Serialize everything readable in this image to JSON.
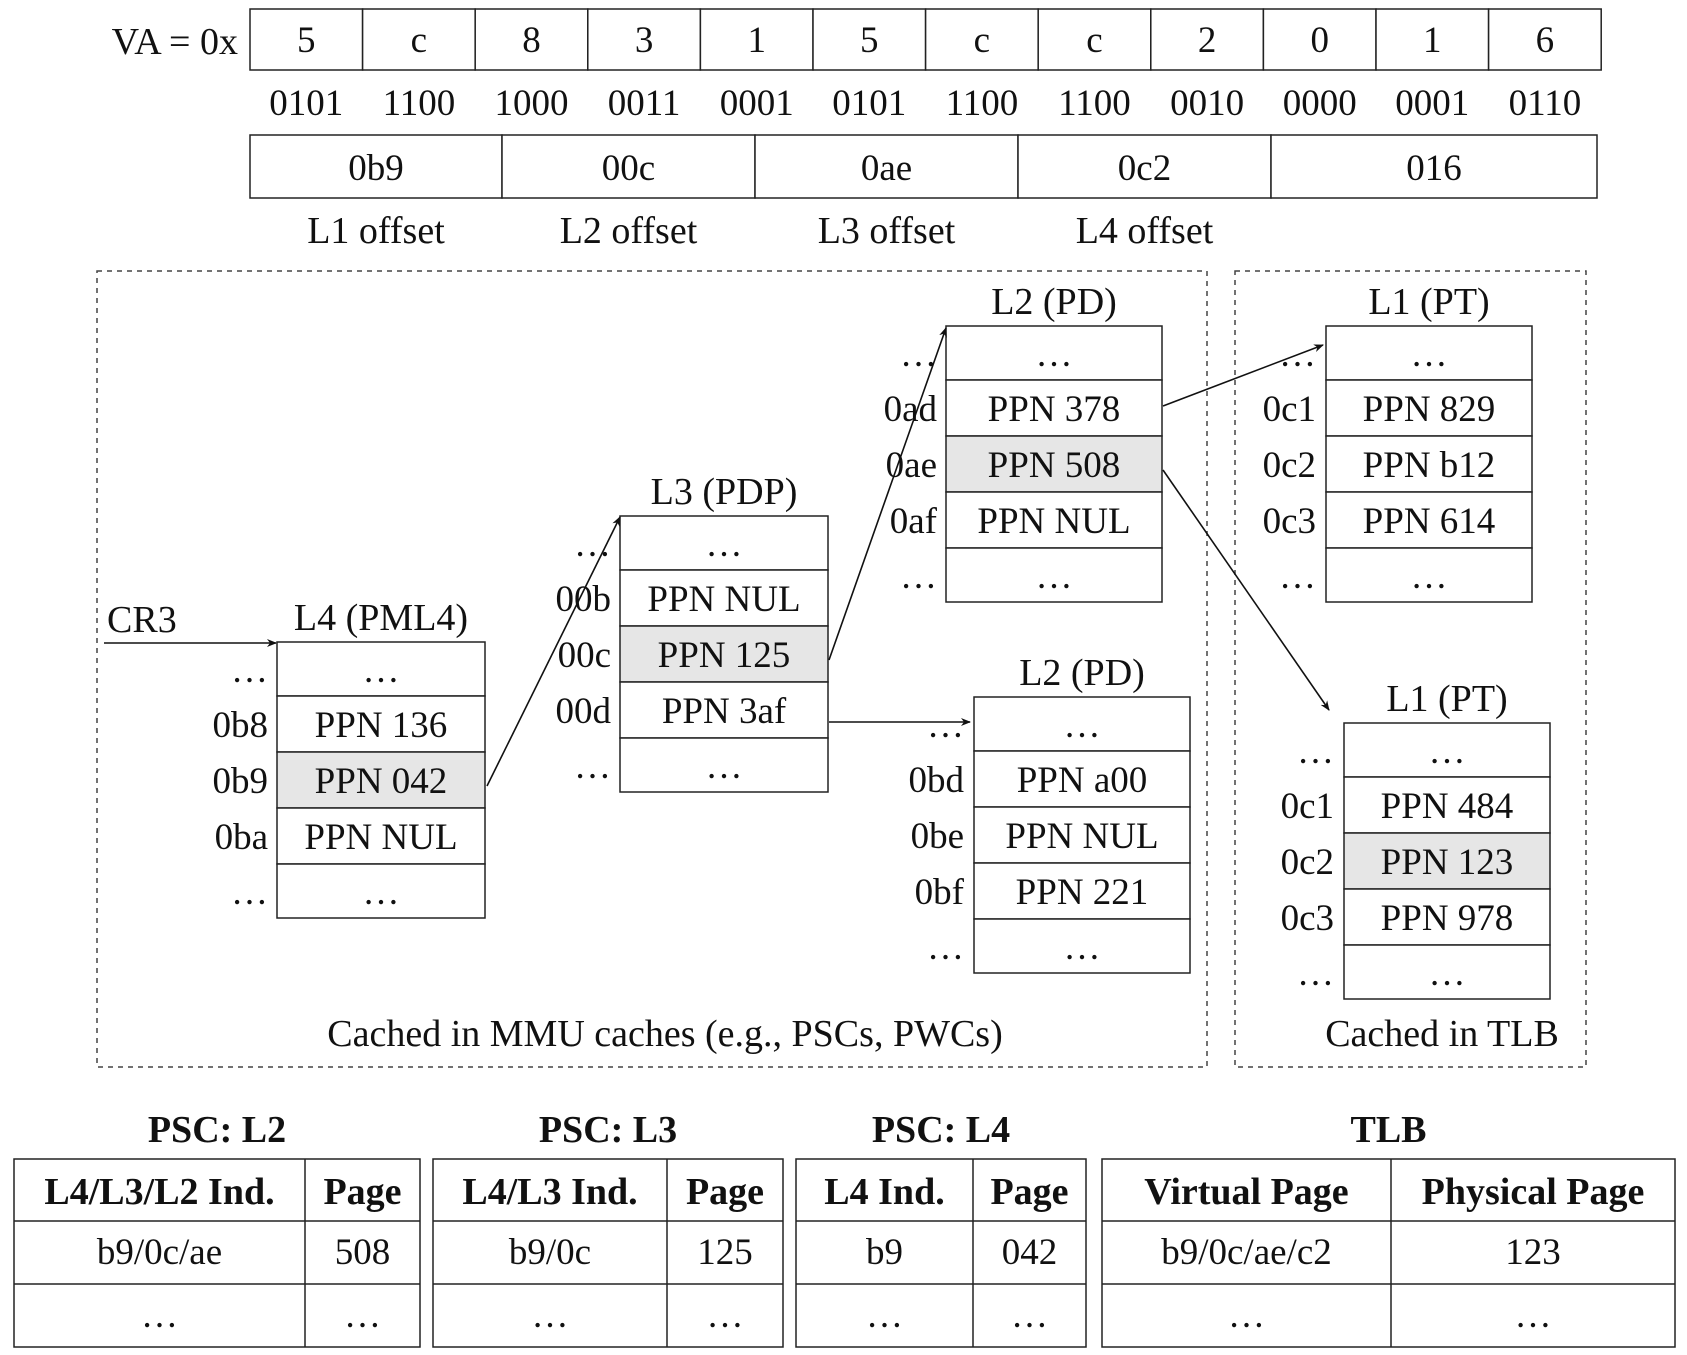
{
  "va": {
    "prefix": "VA = 0x",
    "hex_digits": [
      "5",
      "c",
      "8",
      "3",
      "1",
      "5",
      "c",
      "c",
      "2",
      "0",
      "1",
      "6"
    ],
    "binary": [
      "0101",
      "1100",
      "1000",
      "0011",
      "0001",
      "0101",
      "1100",
      "1100",
      "0010",
      "0000",
      "0001",
      "0110"
    ],
    "fields": [
      "0b9",
      "00c",
      "0ae",
      "0c2",
      "016"
    ],
    "offset_labels": [
      "L1 offset",
      "L2 offset",
      "L3 offset",
      "L4 offset"
    ]
  },
  "cr3": "CR3",
  "regions": {
    "mmu_label": "Cached in MMU caches (e.g., PSCs, PWCs)",
    "tlb_label": "Cached in TLB"
  },
  "tables": {
    "l4": {
      "title": "L4 (PML4)",
      "indices": [
        "…",
        "0b8",
        "0b9",
        "0ba",
        "…"
      ],
      "entries": [
        "…",
        "PPN 136",
        "PPN 042",
        "PPN NUL",
        "…"
      ],
      "highlight": 2
    },
    "l3": {
      "title": "L3 (PDP)",
      "indices": [
        "…",
        "00b",
        "00c",
        "00d",
        "…"
      ],
      "entries": [
        "…",
        "PPN NUL",
        "PPN 125",
        "PPN 3af",
        "…"
      ],
      "highlight": 2
    },
    "l2a": {
      "title": "L2 (PD)",
      "indices": [
        "…",
        "0ad",
        "0ae",
        "0af",
        "…"
      ],
      "entries": [
        "…",
        "PPN 378",
        "PPN 508",
        "PPN NUL",
        "…"
      ],
      "highlight": 2
    },
    "l2b": {
      "title": "L2 (PD)",
      "indices": [
        "…",
        "0bd",
        "0be",
        "0bf",
        "…"
      ],
      "entries": [
        "…",
        "PPN a00",
        "PPN NUL",
        "PPN 221",
        "…"
      ],
      "highlight": -1
    },
    "l1a": {
      "title": "L1 (PT)",
      "indices": [
        "…",
        "0c1",
        "0c2",
        "0c3",
        "…"
      ],
      "entries": [
        "…",
        "PPN 829",
        "PPN b12",
        "PPN 614",
        "…"
      ],
      "highlight": -1
    },
    "l1b": {
      "title": "L1 (PT)",
      "indices": [
        "…",
        "0c1",
        "0c2",
        "0c3",
        "…"
      ],
      "entries": [
        "…",
        "PPN 484",
        "PPN 123",
        "PPN 978",
        "…"
      ],
      "highlight": 2
    }
  },
  "caches": [
    {
      "title": "PSC: L2",
      "headers": [
        "L4/L3/L2 Ind.",
        "Page"
      ],
      "rows": [
        [
          "b9/0c/ae",
          "508"
        ],
        [
          "…",
          "…"
        ]
      ]
    },
    {
      "title": "PSC: L3",
      "headers": [
        "L4/L3 Ind.",
        "Page"
      ],
      "rows": [
        [
          "b9/0c",
          "125"
        ],
        [
          "…",
          "…"
        ]
      ]
    },
    {
      "title": "PSC: L4",
      "headers": [
        "L4 Ind.",
        "Page"
      ],
      "rows": [
        [
          "b9",
          "042"
        ],
        [
          "…",
          "…"
        ]
      ]
    },
    {
      "title": "TLB",
      "headers": [
        "Virtual Page",
        "Physical Page"
      ],
      "rows": [
        [
          "b9/0c/ae/c2",
          "123"
        ],
        [
          "…",
          "…"
        ]
      ]
    }
  ],
  "colors": {
    "highlight": "#e6e6e6",
    "stroke": "#222222"
  }
}
